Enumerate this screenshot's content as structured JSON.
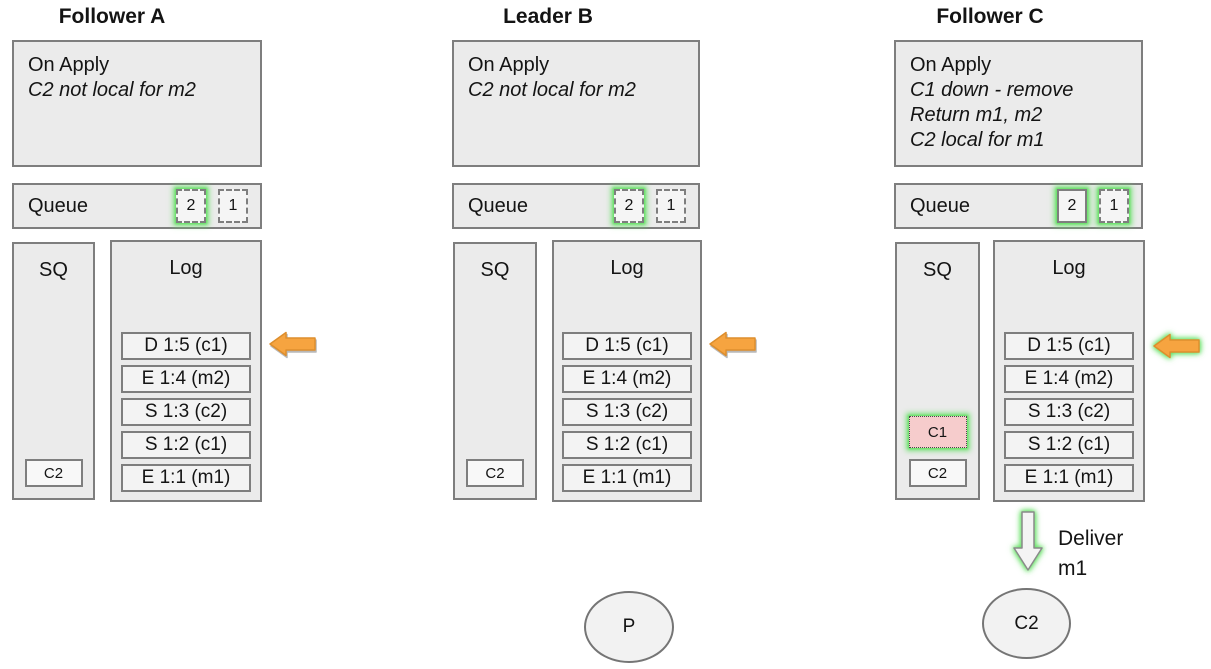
{
  "diagram": {
    "colors": {
      "box_fill": "#ebebeb",
      "box_border": "#7e7e7e",
      "accent_orange": "#f6a440",
      "glow_green": "#61e061",
      "removed_pink": "#f6cccc"
    },
    "nodes": [
      {
        "title": "Follower A",
        "on_apply": {
          "title": "On Apply",
          "lines": [
            "C2 not local for m2"
          ]
        },
        "queue": {
          "label": "Queue",
          "items": [
            {
              "label": "2",
              "border": "dashed",
              "glow": true
            },
            {
              "label": "1",
              "border": "dashed",
              "glow": false
            }
          ]
        },
        "sq": {
          "label": "SQ",
          "items": [
            {
              "label": "C2",
              "state": "normal"
            }
          ]
        },
        "log": {
          "label": "Log",
          "entries": [
            "D 1:5 (c1)",
            "E 1:4 (m2)",
            "S 1:3 (c2)",
            "S 1:2 (c1)",
            "E 1:1 (m1)"
          ]
        },
        "apply_arrow": {
          "glow": false
        }
      },
      {
        "title": "Leader B",
        "on_apply": {
          "title": "On Apply",
          "lines": [
            "C2 not local for m2"
          ]
        },
        "queue": {
          "label": "Queue",
          "items": [
            {
              "label": "2",
              "border": "dashed",
              "glow": true
            },
            {
              "label": "1",
              "border": "dashed",
              "glow": false
            }
          ]
        },
        "sq": {
          "label": "SQ",
          "items": [
            {
              "label": "C2",
              "state": "normal"
            }
          ]
        },
        "log": {
          "label": "Log",
          "entries": [
            "D 1:5 (c1)",
            "E 1:4 (m2)",
            "S 1:3 (c2)",
            "S 1:2 (c1)",
            "E 1:1 (m1)"
          ]
        },
        "apply_arrow": {
          "glow": false
        },
        "proposer": {
          "label": "P"
        }
      },
      {
        "title": "Follower C",
        "on_apply": {
          "title": "On Apply",
          "lines": [
            "C1 down - remove",
            "Return m1, m2",
            "C2 local for m1"
          ]
        },
        "queue": {
          "label": "Queue",
          "items": [
            {
              "label": "2",
              "border": "solid",
              "glow": true
            },
            {
              "label": "1",
              "border": "dashed",
              "glow": true
            }
          ]
        },
        "sq": {
          "label": "SQ",
          "items": [
            {
              "label": "C1",
              "state": "removed"
            },
            {
              "label": "C2",
              "state": "normal"
            }
          ]
        },
        "log": {
          "label": "Log",
          "entries": [
            "D 1:5 (c1)",
            "E 1:4 (m2)",
            "S 1:3 (c2)",
            "S 1:2 (c1)",
            "E 1:1 (m1)"
          ]
        },
        "apply_arrow": {
          "glow": true
        },
        "deliver": {
          "lines": [
            "Deliver",
            "m1"
          ]
        },
        "client": {
          "label": "C2"
        }
      }
    ]
  }
}
